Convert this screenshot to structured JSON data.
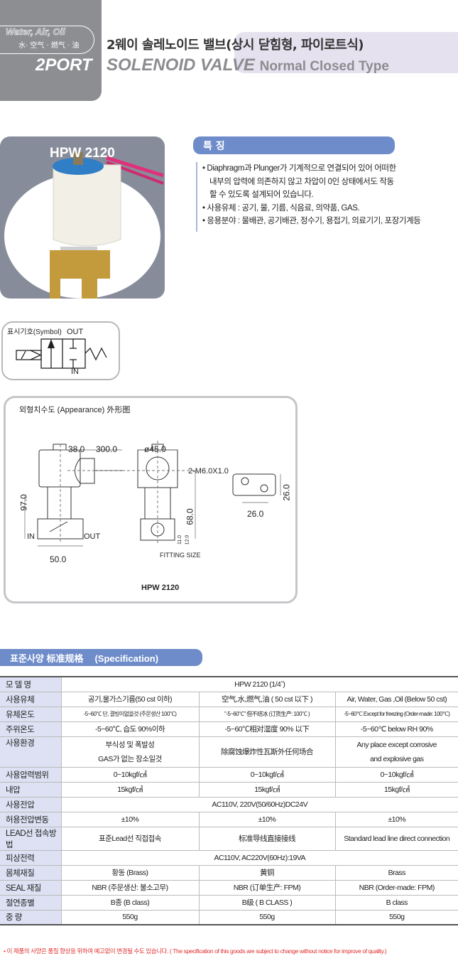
{
  "header": {
    "media_en": "Water, Air, Oil",
    "media_cn": "水· 空气 · 燃气 · 油",
    "port": "2PORT",
    "title_ko": "2웨이 솔레노이드 밸브(상시 닫힘형, 파이로트식)",
    "title_en": "SOLENOID VALVE",
    "title_type": "Normal Closed Type"
  },
  "product": {
    "model": "HPW 2120"
  },
  "features": {
    "heading": "특 징",
    "lines": [
      "• Diaphragm과 Plunger가 기계적으로 연결되어 있어 어떠한",
      "내부의 압력에 의존하지 않고 차압이 0인 상태에서도 작동",
      "할 수 있도록 설계되어 있습니다.",
      "• 사용유체 : 공기, 물, 기름, 식음료, 의약품, GAS.",
      "• 응용분야 : 물배관, 공기배관, 정수기, 용접기, 의료기기, 포장기계등"
    ]
  },
  "symbol": {
    "title": "표시기호(Symbol)",
    "out": "OUT",
    "in": "IN"
  },
  "appearance": {
    "title": "외형치수도 (Appearance)  外形图",
    "dims": {
      "d38": "38.0",
      "d300": "300.0",
      "d45": "ø45.0",
      "d97": "97.0",
      "d50": "50.0",
      "d68": "68.0",
      "d11": "11.0",
      "d12": "12.0",
      "thread": "2-M6.0X1.0",
      "d26a": "26.0",
      "d26b": "26.0"
    },
    "in": "IN",
    "out": "OUT",
    "fitting": "FITTING SIZE",
    "model": "HPW 2120"
  },
  "spec": {
    "heading": "표준사양 标准规格",
    "heading_en": "(Specification)",
    "rows": [
      {
        "label": "모 델 명",
        "span": "HPW 2120 (1/4˝)"
      },
      {
        "label": "사용유체",
        "ko": "공기,물가스기름(50 cst 이하)",
        "cn": "空气,水,燃气,油 ( 50 cst 以下 )",
        "en": "Air, Water, Gas ,Oil (Below 50 cst)"
      },
      {
        "label": "유체온도",
        "ko": "-5~60℃ 단, 결빙이없을것 (주문생산 100℃)",
        "cn": "\"-5~60℃\" 但不结冰 (订货生产: 100℃ )",
        "en": "-5~60℃ Except for freezing (Order-made: 100℃)"
      },
      {
        "label": "주위온도",
        "ko": "-5~60℃, 습도 90%이하",
        "cn": "-5~60℃相对湿度 90% 以下",
        "en": "-5~60℃ below RH 90%"
      },
      {
        "label": "사용환경",
        "ko1": "부식성 및 폭발성",
        "ko2": "GAS가 없는 장소일것",
        "cn": "除腐蚀爆炸性瓦斯外任何场合",
        "en1": "Any place except corrosive",
        "en2": "and explosive gas"
      },
      {
        "label": "사용압력범위",
        "ko": "0~10kgf/㎠",
        "cn": "0~10kgf/㎠",
        "en": "0~10kgf/㎠"
      },
      {
        "label": "내압",
        "ko": "15kgf/㎠",
        "cn": "15kgf/㎠",
        "en": "15kgf/㎠"
      },
      {
        "label": "사용전압",
        "span": "AC110V, 220V(50/60Hz)DC24V"
      },
      {
        "label": "허용전압변동",
        "ko": "±10%",
        "cn": "±10%",
        "en": "±10%"
      },
      {
        "label": "LEAD선 접속방법",
        "ko": "표준Lead선 직접접속",
        "cn": "标准导线直接接线",
        "en": "Standard lead line direct connection"
      },
      {
        "label": "피상전력",
        "span": "AC110V, AC220V(60Hz):19VA"
      },
      {
        "label": "몸체재질",
        "ko": "황동 (Brass)",
        "cn": "黄铜",
        "en": "Brass"
      },
      {
        "label": "SEAL 재질",
        "ko": "NBR (주문생산: 불소고무)",
        "cn": "NBR (订单生产: FPM)",
        "en": "NBR (Order-made: FPM)"
      },
      {
        "label": "절연종별",
        "ko": "B종 (B class)",
        "cn": "B级 ( B CLASS )",
        "en": "B class"
      },
      {
        "label": "중  량",
        "ko": "550g",
        "cn": "550g",
        "en": "550g"
      }
    ]
  },
  "footer": {
    "note": "• 이 제품의 사양은 품질 향상을 위하여 예고없이 변경될 수도 있습니다. ( The specification of this goods are subject to change without notice for improve of quality.)"
  },
  "colors": {
    "accent": "#6e8cca",
    "header_gray": "#8d8e92",
    "label_bg": "#dde1f3",
    "note": "#e03030"
  }
}
